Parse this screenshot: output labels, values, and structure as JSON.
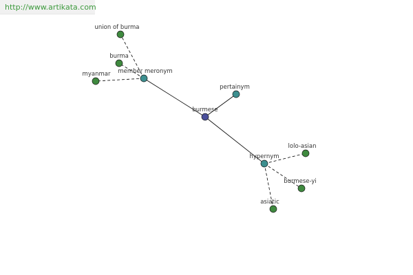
{
  "header": {
    "url": "http://www.artikata.com"
  },
  "colors": {
    "center": "#4a4f9a",
    "relation": "#3d8f8f",
    "term": "#3f8a3f",
    "edge": "#000000",
    "url": "#3d9a3d"
  },
  "graph": {
    "nodes": [
      {
        "id": "burmese",
        "label": "burmese",
        "kind": "center"
      },
      {
        "id": "member_meronym",
        "label": "member meronym",
        "kind": "relation"
      },
      {
        "id": "pertainym",
        "label": "pertainym",
        "kind": "relation"
      },
      {
        "id": "hypernym",
        "label": "hypernym",
        "kind": "relation"
      },
      {
        "id": "union_of_burma",
        "label": "union of burma",
        "kind": "term"
      },
      {
        "id": "burma",
        "label": "burma",
        "kind": "term"
      },
      {
        "id": "myanmar",
        "label": "myanmar",
        "kind": "term"
      },
      {
        "id": "lolo_asian",
        "label": "lolo-asian",
        "kind": "term"
      },
      {
        "id": "burmese_yi",
        "label": "burmese-yi",
        "kind": "term"
      },
      {
        "id": "asiatic",
        "label": "asiatic",
        "kind": "term"
      }
    ],
    "edges": [
      {
        "from": "burmese",
        "to": "member_meronym",
        "style": "solid"
      },
      {
        "from": "burmese",
        "to": "pertainym",
        "style": "solid"
      },
      {
        "from": "burmese",
        "to": "hypernym",
        "style": "solid"
      },
      {
        "from": "member_meronym",
        "to": "union_of_burma",
        "style": "dashed"
      },
      {
        "from": "member_meronym",
        "to": "burma",
        "style": "dashed"
      },
      {
        "from": "member_meronym",
        "to": "myanmar",
        "style": "dashed"
      },
      {
        "from": "hypernym",
        "to": "lolo_asian",
        "style": "dashed"
      },
      {
        "from": "hypernym",
        "to": "burmese_yi",
        "style": "dashed"
      },
      {
        "from": "hypernym",
        "to": "asiatic",
        "style": "dashed"
      }
    ]
  }
}
